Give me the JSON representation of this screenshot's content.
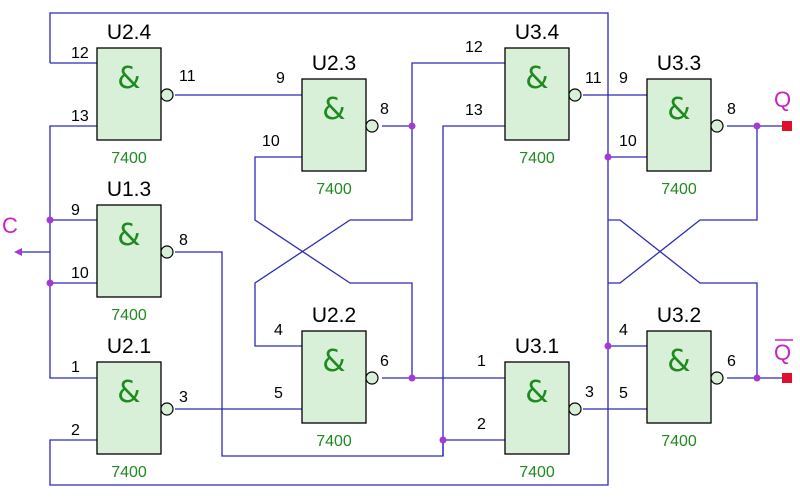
{
  "colors": {
    "wire": "#2b2bb8",
    "gate_fill": "#d8f0d8",
    "junction": "#a33ad6",
    "net_label": "#c822c8",
    "port": "#e0102a",
    "part_text": "#1f8a1f"
  },
  "gates": [
    {
      "ref": "U2.4",
      "part": "7400",
      "symbol": "&",
      "pin_in1": "12",
      "pin_in2": "13",
      "pin_out": "11"
    },
    {
      "ref": "U1.3",
      "part": "7400",
      "symbol": "&",
      "pin_in1": "9",
      "pin_in2": "10",
      "pin_out": "8"
    },
    {
      "ref": "U2.1",
      "part": "7400",
      "symbol": "&",
      "pin_in1": "1",
      "pin_in2": "2",
      "pin_out": "3"
    },
    {
      "ref": "U2.3",
      "part": "7400",
      "symbol": "&",
      "pin_in1": "9",
      "pin_in2": "10",
      "pin_out": "8"
    },
    {
      "ref": "U2.2",
      "part": "7400",
      "symbol": "&",
      "pin_in1": "4",
      "pin_in2": "5",
      "pin_out": "6"
    },
    {
      "ref": "U3.4",
      "part": "7400",
      "symbol": "&",
      "pin_in1": "12",
      "pin_in2": "13",
      "pin_out": "11"
    },
    {
      "ref": "U3.1",
      "part": "7400",
      "symbol": "&",
      "pin_in1": "1",
      "pin_in2": "2",
      "pin_out": "3"
    },
    {
      "ref": "U3.3",
      "part": "7400",
      "symbol": "&",
      "pin_in1": "9",
      "pin_in2": "10",
      "pin_out": "8"
    },
    {
      "ref": "U3.2",
      "part": "7400",
      "symbol": "&",
      "pin_in1": "4",
      "pin_in2": "5",
      "pin_out": "6"
    }
  ],
  "nets": {
    "clock": "C",
    "q": "Q",
    "q_bar": "Q"
  }
}
